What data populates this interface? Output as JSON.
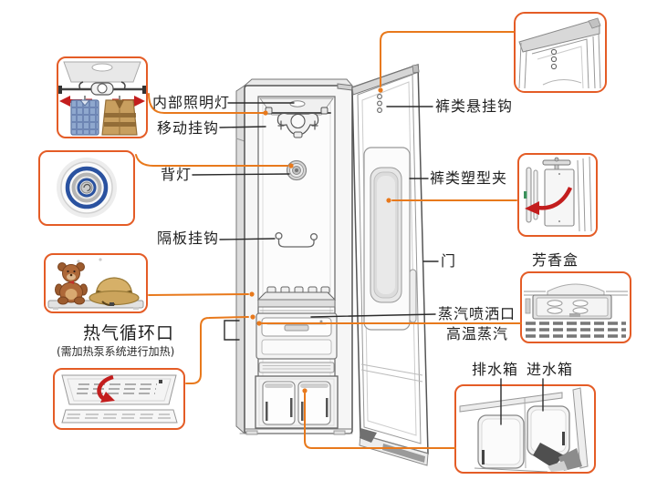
{
  "labels": {
    "interior_light": "内部照明灯",
    "moving_hanger": "移动挂钩",
    "back_light": "背灯",
    "shelf_hook": "隔板挂钩",
    "hot_air_vent": "热气循环口",
    "hot_air_note": "(需加热泵系统进行加热)",
    "pants_hanging_hook": "裤类悬挂钩",
    "pants_shaping_clip": "裤类塑型夹",
    "door": "门",
    "steam_spray_port": "蒸汽喷洒口",
    "high_temp_steam": "高温蒸汽",
    "aroma_box": "芳香盒",
    "drain_tank": "排水箱",
    "supply_tank": "进水箱"
  },
  "icons": {
    "inset_hanger": "moving-hanger-clothes-illustration",
    "inset_fan": "back-fan-light-illustration",
    "inset_shelf": "shelf-with-teddy-and-hat-illustration",
    "inset_vent": "hot-air-vent-illustration",
    "inset_door_top": "door-top-hook-illustration",
    "inset_press": "pants-press-illustration",
    "inset_aroma": "aroma-box-grille-illustration",
    "inset_tanks": "water-tanks-illustration"
  },
  "colors": {
    "inset_border": "#E45C26",
    "connector_orange": "#E8791C",
    "pointer_black": "#2B2B2B",
    "arrow_red": "#C31E1E",
    "fan_blue": "#2A52A0",
    "text": "#1F1F1F"
  }
}
